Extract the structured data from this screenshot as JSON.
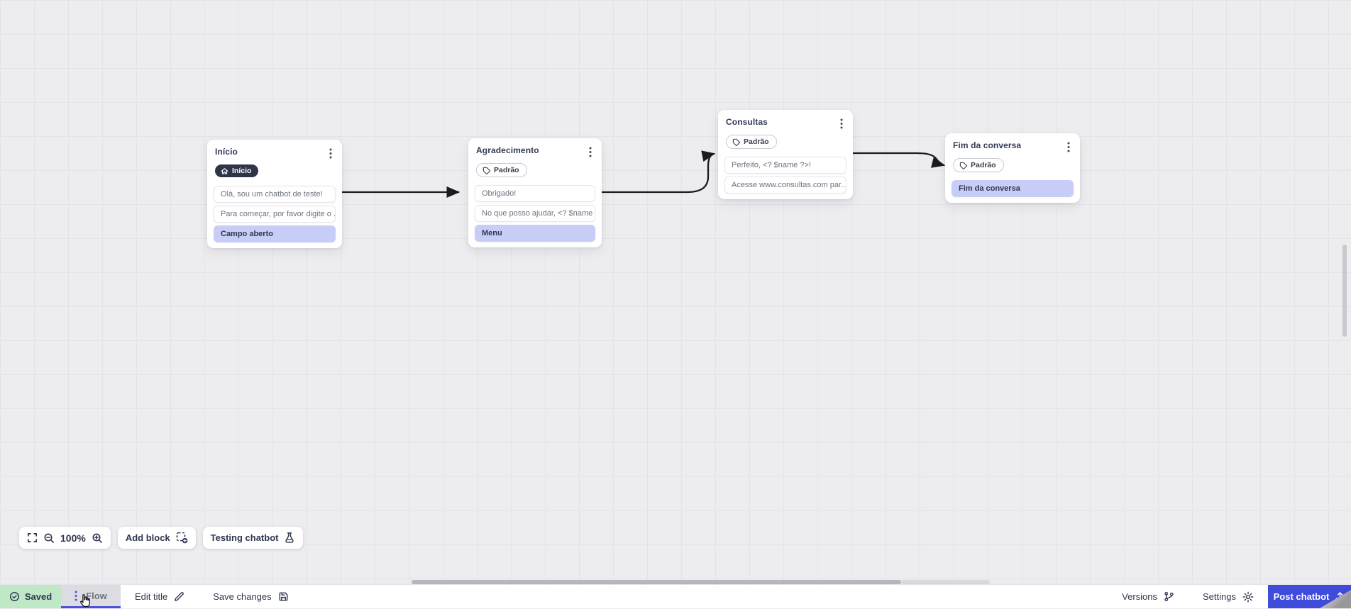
{
  "canvas": {
    "nodes": [
      {
        "title": "Início",
        "badge": {
          "label": "Início",
          "style": "dark",
          "icon": "home-icon"
        },
        "blocks": [
          {
            "text": "Olá, sou um chatbot de teste!",
            "type": "text"
          },
          {
            "text": "Para começar, por favor digite o ...",
            "type": "text"
          },
          {
            "text": "Campo aberto",
            "type": "input"
          }
        ]
      },
      {
        "title": "Agradecimento",
        "badge": {
          "label": "Padrão",
          "style": "outline",
          "icon": "tag-icon"
        },
        "blocks": [
          {
            "text": "Obrigado!",
            "type": "text"
          },
          {
            "text": "No que posso ajudar, <? $name ...",
            "type": "text"
          },
          {
            "text": "Menu",
            "type": "input"
          }
        ]
      },
      {
        "title": "Consultas",
        "badge": {
          "label": "Padrão",
          "style": "outline",
          "icon": "tag-icon"
        },
        "blocks": [
          {
            "text": "Perfeito, <? $name ?>!",
            "type": "text"
          },
          {
            "text": "Acesse www.consultas.com par...",
            "type": "text"
          }
        ]
      },
      {
        "title": "Fim da conversa",
        "badge": {
          "label": "Padrão",
          "style": "outline",
          "icon": "tag-icon"
        },
        "blocks": [
          {
            "text": "Fim da conversa",
            "type": "input"
          }
        ]
      }
    ]
  },
  "toolbar": {
    "zoom_level": "100%",
    "add_block_label": "Add block",
    "testing_label": "Testing chatbot"
  },
  "bottom_bar": {
    "saved_label": "Saved",
    "flow_tab_label": "Flow",
    "edit_title_label": "Edit title",
    "save_changes_label": "Save changes",
    "versions_label": "Versions",
    "settings_label": "Settings",
    "post_chatbot_label": "Post chatbot"
  },
  "colors": {
    "accent_blue": "#3e4bdb",
    "flow_underline": "#4c50d9",
    "saved_green_bg": "#bfe8c6",
    "input_block_bg": "#c7cdf6",
    "badge_dark_bg": "#2f3549",
    "edge_color": "#1c1c1c"
  }
}
